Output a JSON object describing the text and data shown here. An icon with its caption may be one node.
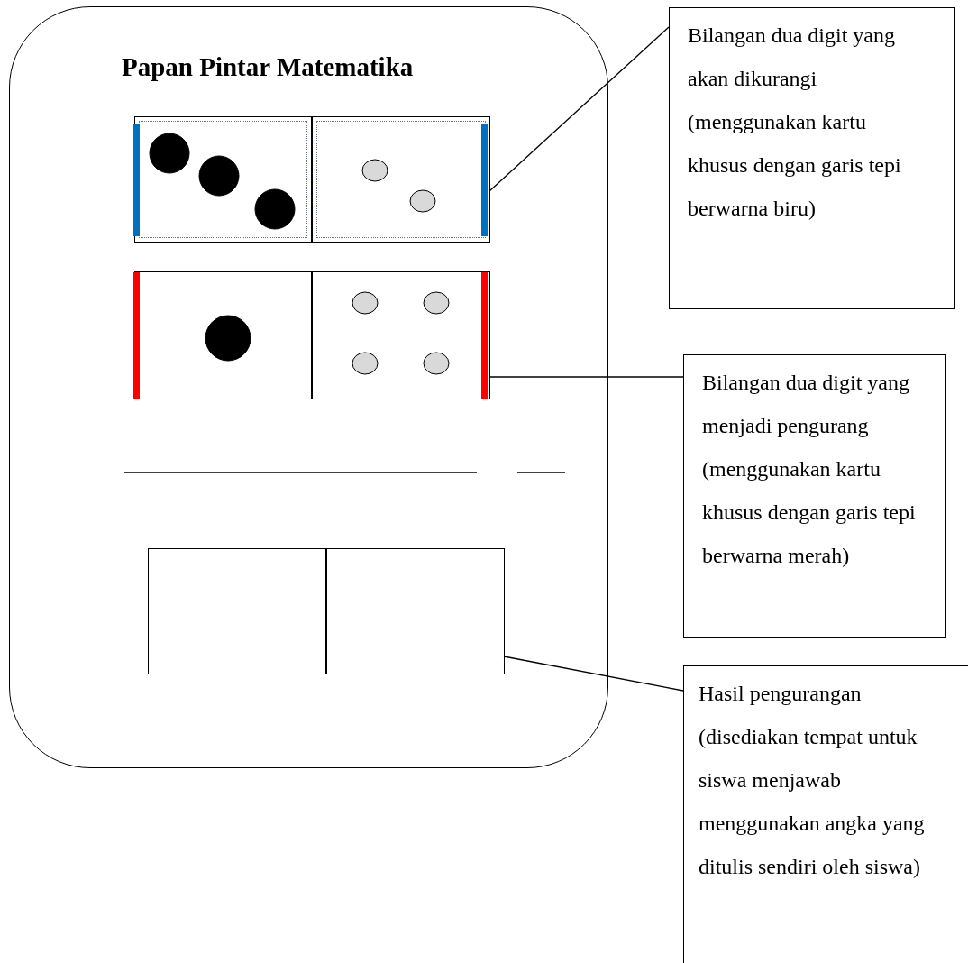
{
  "diagram": {
    "nodes": [
      {
        "text": [
          "Papan Pintar Matematika"
        ]
      },
      {
        "text": [],
        "shape": "box",
        "in": 0
      },
      {
        "text": [],
        "shape": "box",
        "in": 0
      },
      {
        "text": [],
        "shape": "box",
        "in": 0
      },
      {
        "text": [],
        "shape": "box",
        "in": 0
      },
      {
        "text": [],
        "shape": "box",
        "in": 0
      },
      {
        "text": [],
        "shape": "box",
        "in": 0
      },
      {
        "text": [
          "Bilangan dua digit yang akan dikurangi (menggunakan kartu khusus dengan garis tepi berwarna biru)"
        ]
      },
      {
        "text": [
          "Bilangan dua digit yang menjadi pengurang (menggunakan kartu khusus dengan garis tepi berwarna merah)"
        ]
      },
      {
        "text": [
          "Hasil pengurangan (disediakan tempat untuk siswa menjawab menggunakan angka yang ditulis sendiri oleh siswa)"
        ]
      }
    ],
    "edges": [
      {
        "from": 7,
        "to": 2,
        "arrow": "none"
      },
      {
        "from": 8,
        "to": 4,
        "arrow": "none"
      },
      {
        "from": 9,
        "to": 6,
        "arrow": "none"
      }
    ]
  }
}
